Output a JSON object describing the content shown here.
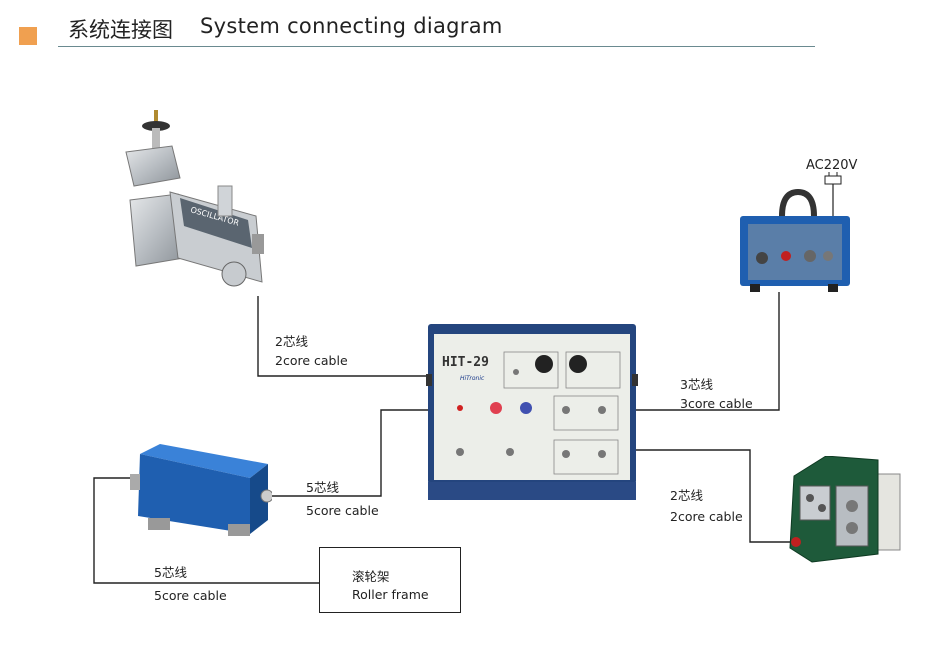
{
  "header": {
    "title_cn": "系统连接图",
    "title_en": "System connecting diagram"
  },
  "colors": {
    "accent": "#f0a050",
    "rule": "#6a8a90",
    "wire": "#222222",
    "device_blue": "#1f5fb0"
  },
  "devices": {
    "oscillator": {
      "icon": "oscillator-icon",
      "label": "OSCILLATOR"
    },
    "controller": {
      "icon": "controller-box-icon",
      "model": "HIT-29",
      "brand": "HiTronic"
    },
    "power_unit": {
      "icon": "power-supply-icon",
      "supply_label": "AC220V"
    },
    "motor_box": {
      "icon": "motor-box-icon"
    },
    "wire_feeder": {
      "icon": "wire-feeder-icon"
    }
  },
  "cables": {
    "oscillator": {
      "cn": "2芯线",
      "en": "2core cable"
    },
    "power": {
      "cn": "3芯线",
      "en": "3core cable"
    },
    "motor": {
      "cn": "5芯线",
      "en": "5core cable"
    },
    "feeder": {
      "cn": "2芯线",
      "en": "2core cable"
    },
    "roller": {
      "cn": "5芯线",
      "en": "5core cable"
    }
  },
  "roller_frame": {
    "cn": "滚轮架",
    "en": "Roller frame"
  }
}
